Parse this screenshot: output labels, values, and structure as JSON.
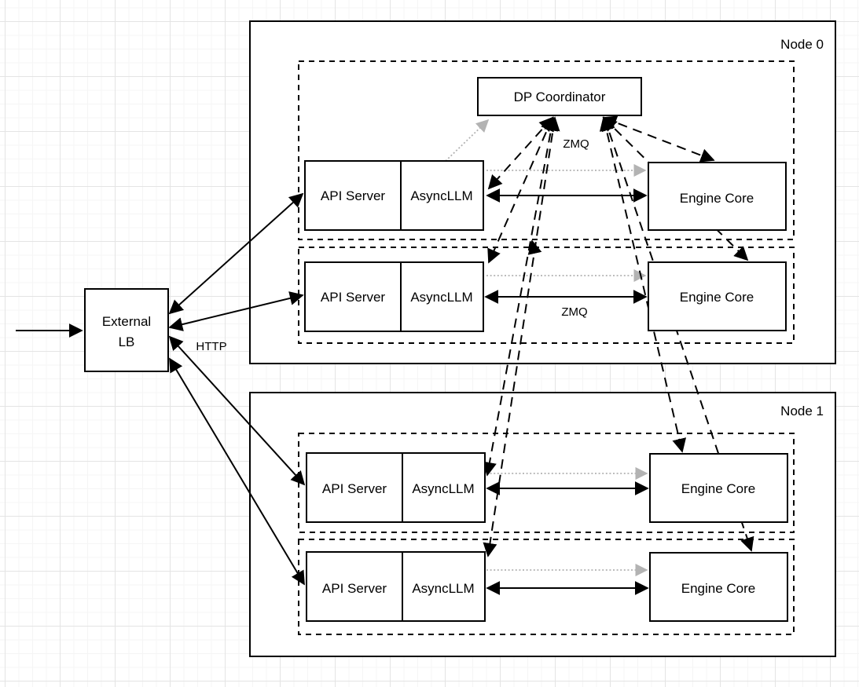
{
  "diagram": {
    "external_lb": {
      "line1": "External",
      "line2": "LB"
    },
    "coordinator_label": "DP Coordinator",
    "nodes": [
      {
        "label": "Node 0",
        "rows": [
          {
            "api_server": "API Server",
            "async_llm": "AsyncLLM",
            "engine_core": "Engine Core"
          },
          {
            "api_server": "API Server",
            "async_llm": "AsyncLLM",
            "engine_core": "Engine Core"
          }
        ]
      },
      {
        "label": "Node 1",
        "rows": [
          {
            "api_server": "API Server",
            "async_llm": "AsyncLLM",
            "engine_core": "Engine Core"
          },
          {
            "api_server": "API Server",
            "async_llm": "AsyncLLM",
            "engine_core": "Engine Core"
          }
        ]
      }
    ],
    "edge_labels": {
      "http": "HTTP",
      "zmq_top": "ZMQ",
      "zmq_row": "ZMQ"
    },
    "colors": {
      "stroke": "#000000",
      "dotted_gray": "#b3b3b3",
      "box_fill": "#ffffff",
      "grid_minor": "#f5f5f5",
      "grid_major": "#e4e4e4"
    }
  }
}
